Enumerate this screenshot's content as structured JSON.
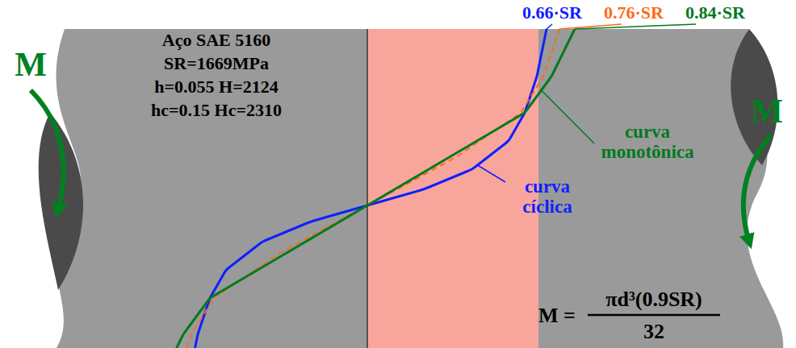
{
  "diagram": {
    "labels": [
      "0.66·SR",
      "0.76·SR",
      "0.84·SR",
      "Aço SAE 5160",
      "SR=1669MPa",
      "h=0.055 H=2124",
      "hc=0.15 Hc=2310",
      "M",
      "M",
      "curva monotônica",
      "curva cíclica",
      "M =",
      "πd³(0.9SR)",
      "32"
    ]
  }
}
